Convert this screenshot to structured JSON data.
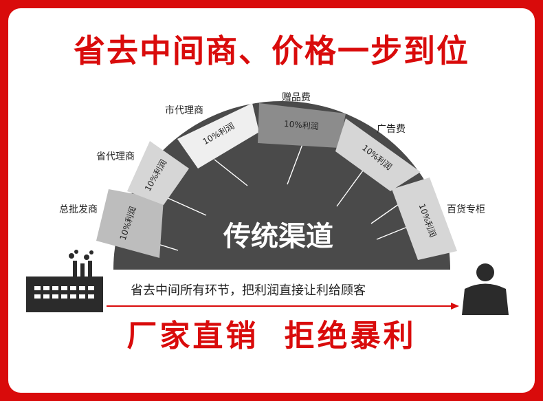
{
  "title": "省去中间商、价格一步到位",
  "center_label": "传统渠道",
  "tiers": [
    {
      "name": "总批发商",
      "value": "10%利润"
    },
    {
      "name": "省代理商",
      "value": "10%利润"
    },
    {
      "name": "市代理商",
      "value": "10%利润"
    },
    {
      "name": "赠品费",
      "value": "10%利润"
    },
    {
      "name": "广告费",
      "value": "10%利润"
    },
    {
      "name": "百货专柜",
      "value": "10%利润"
    }
  ],
  "caption": "省去中间所有环节，把利润直接让利给顾客",
  "slogan": "厂家直销  拒绝暴利",
  "colors": {
    "brand_red": "#d90b0b",
    "dome": "#4a4a4a",
    "factory": "#2b2b2b",
    "arrow": "#d90b0b"
  },
  "icons": {
    "factory": "factory-icon",
    "customer": "person-icon"
  }
}
